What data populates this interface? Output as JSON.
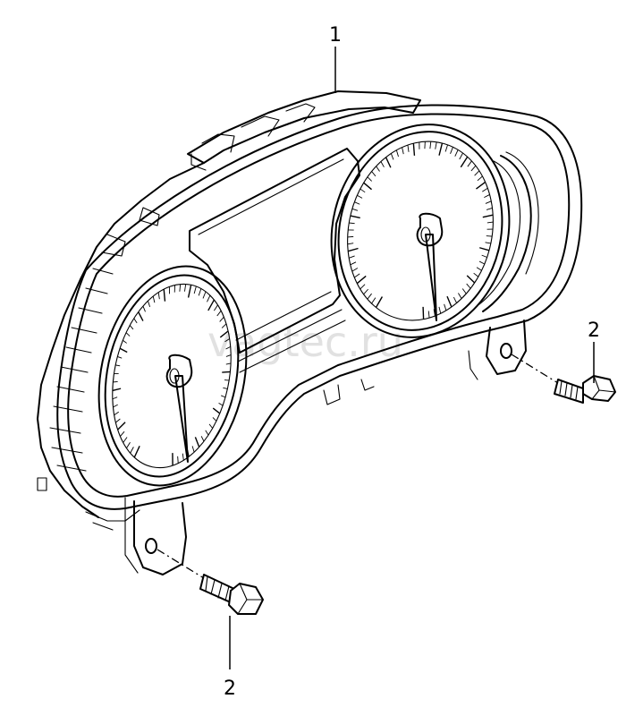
{
  "callouts": {
    "instrument_cluster": "1",
    "bolt_right": "2",
    "bolt_bottom": "2"
  },
  "watermark": "vagtec.ru"
}
